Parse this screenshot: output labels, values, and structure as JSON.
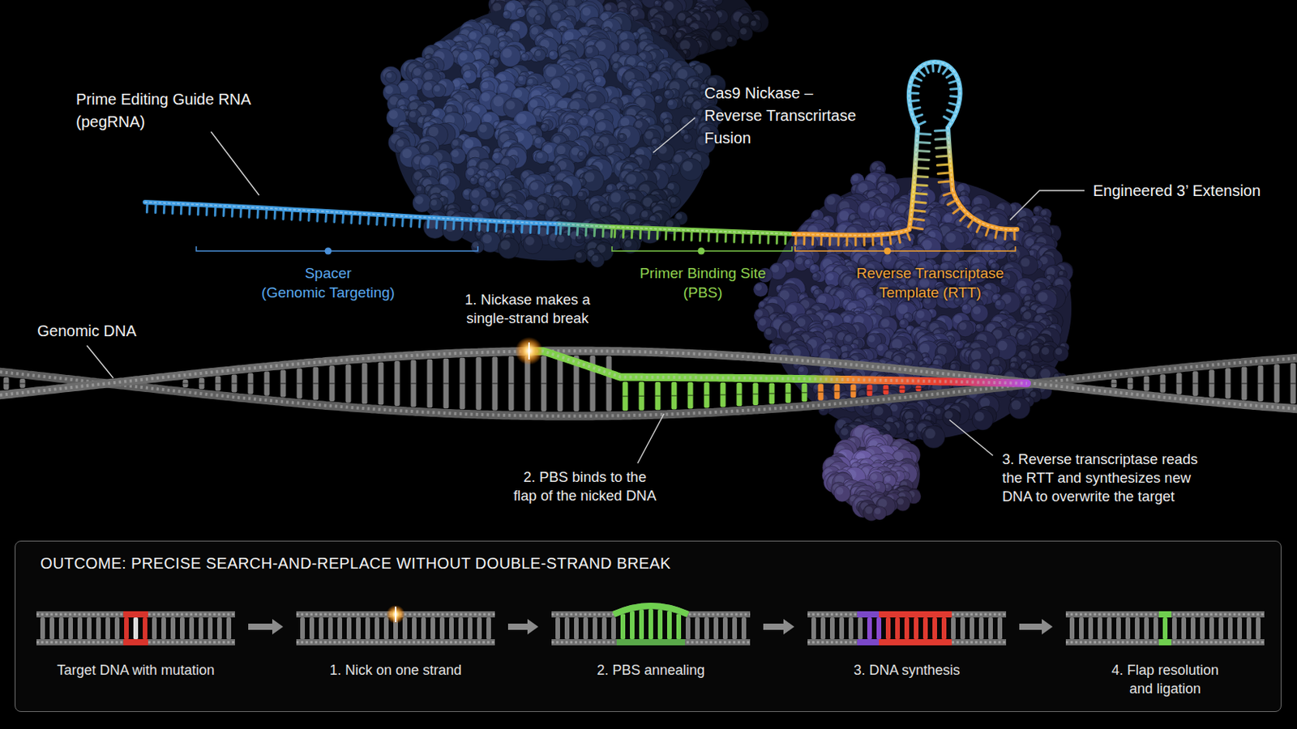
{
  "diagram": {
    "nodes": [
      {
        "text": [
          "OUTCOME: PRECISE SEARCH-AND-REPLACE WITHOUT DOUBLE-STRAND BREAK"
        ]
      },
      {
        "text": [
          "Target DNA with mutation"
        ],
        "in": 0
      },
      {
        "text": [
          "1. Nick on one strand"
        ],
        "in": 0
      },
      {
        "text": [
          "2. PBS annealing"
        ],
        "in": 0
      },
      {
        "text": [
          "3. DNA synthesis"
        ],
        "in": 0
      },
      {
        "text": [
          "4. Flap resolution and ligation"
        ],
        "in": 0
      }
    ],
    "edges": [
      {
        "from": 1,
        "to": 2,
        "arrow": "to"
      },
      {
        "from": 2,
        "to": 3,
        "arrow": "to"
      },
      {
        "from": 3,
        "to": 4,
        "arrow": "to"
      },
      {
        "from": 4,
        "to": 5,
        "arrow": "to"
      }
    ],
    "labels": [
      "Prime Editing Guide RNA (pegRNA)",
      "Cas9 Nickase – Reverse Transcrirtase Fusion",
      "Engineered 3’ Extension",
      "Spacer (Genomic Targeting)",
      "Primer Binding Site (PBS)",
      "Reverse Transcriptase Template (RTT)",
      "1. Nickase makes a single-strand break",
      "Genomic DNA",
      "2. PBS binds to the flap of the nicked DNA",
      "3. Reverse transcriptase reads the RTT and synthesizes new DNA to overwrite the target"
    ]
  }
}
